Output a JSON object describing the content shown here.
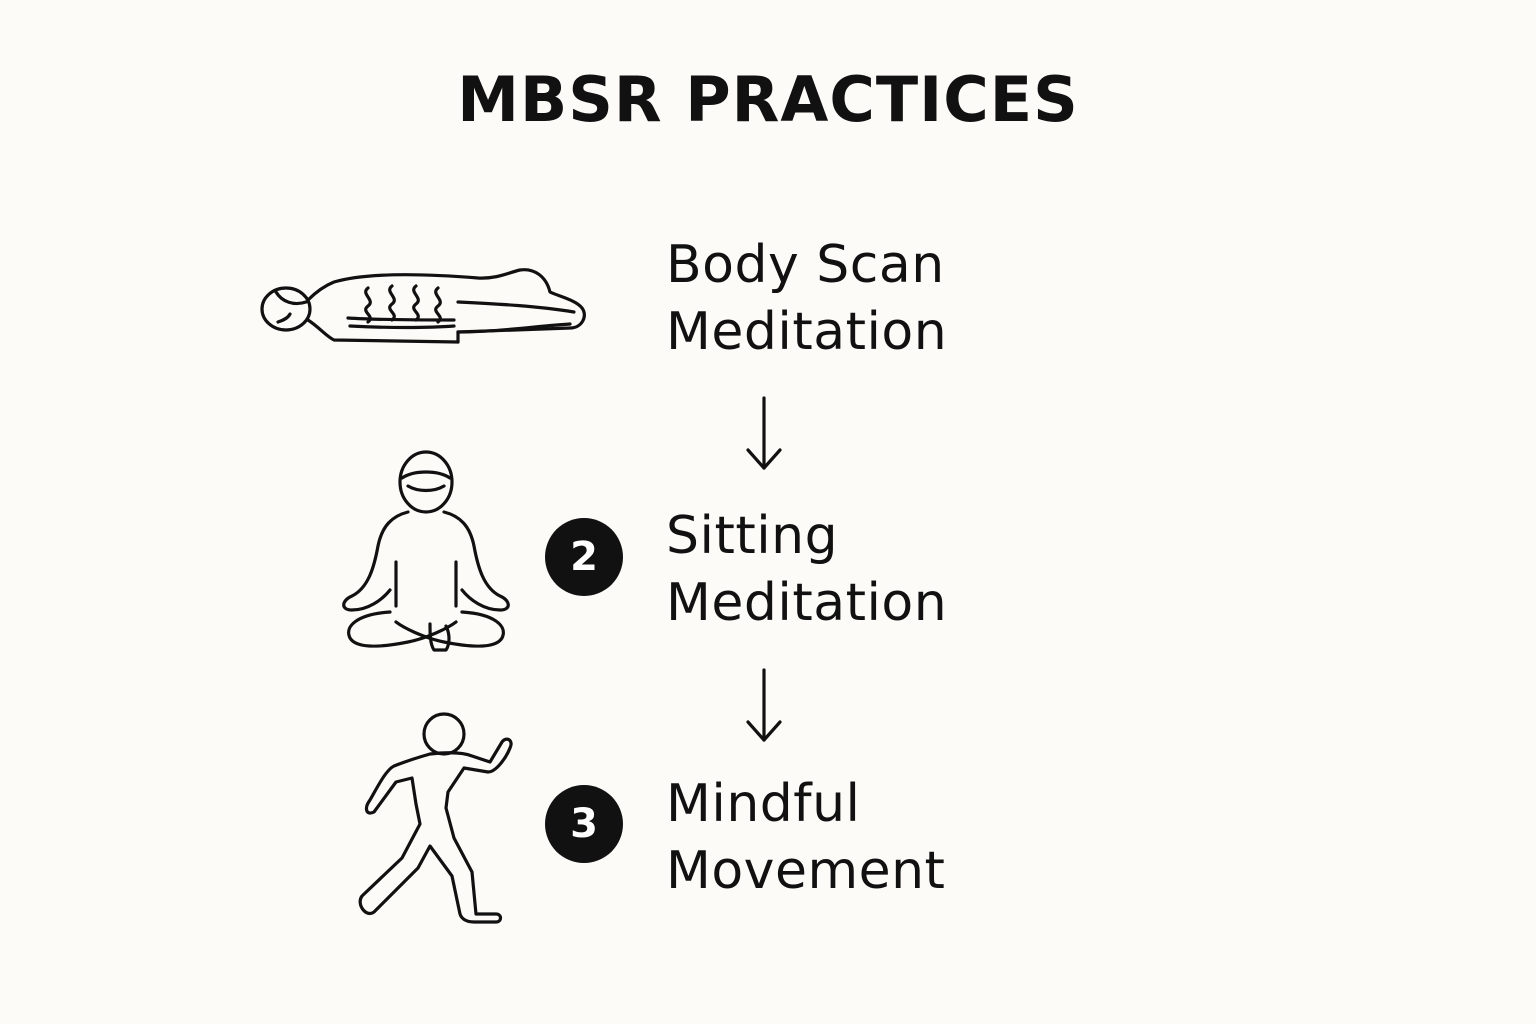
{
  "title": "MBSR PRACTICES",
  "steps": [
    {
      "number": "",
      "line1": "Body Scan",
      "line2": "Meditation",
      "icon": "lying-body-scan-icon"
    },
    {
      "number": "2",
      "line1": "Sitting",
      "line2": "Meditation",
      "icon": "seated-meditation-icon"
    },
    {
      "number": "3",
      "line1": "Mindful",
      "line2": "Movement",
      "icon": "walking-person-icon"
    }
  ],
  "connectors": [
    "down-arrow",
    "down-arrow"
  ],
  "colors": {
    "background": "#fcfbf8",
    "ink": "#111111",
    "badge_text": "#ffffff"
  }
}
